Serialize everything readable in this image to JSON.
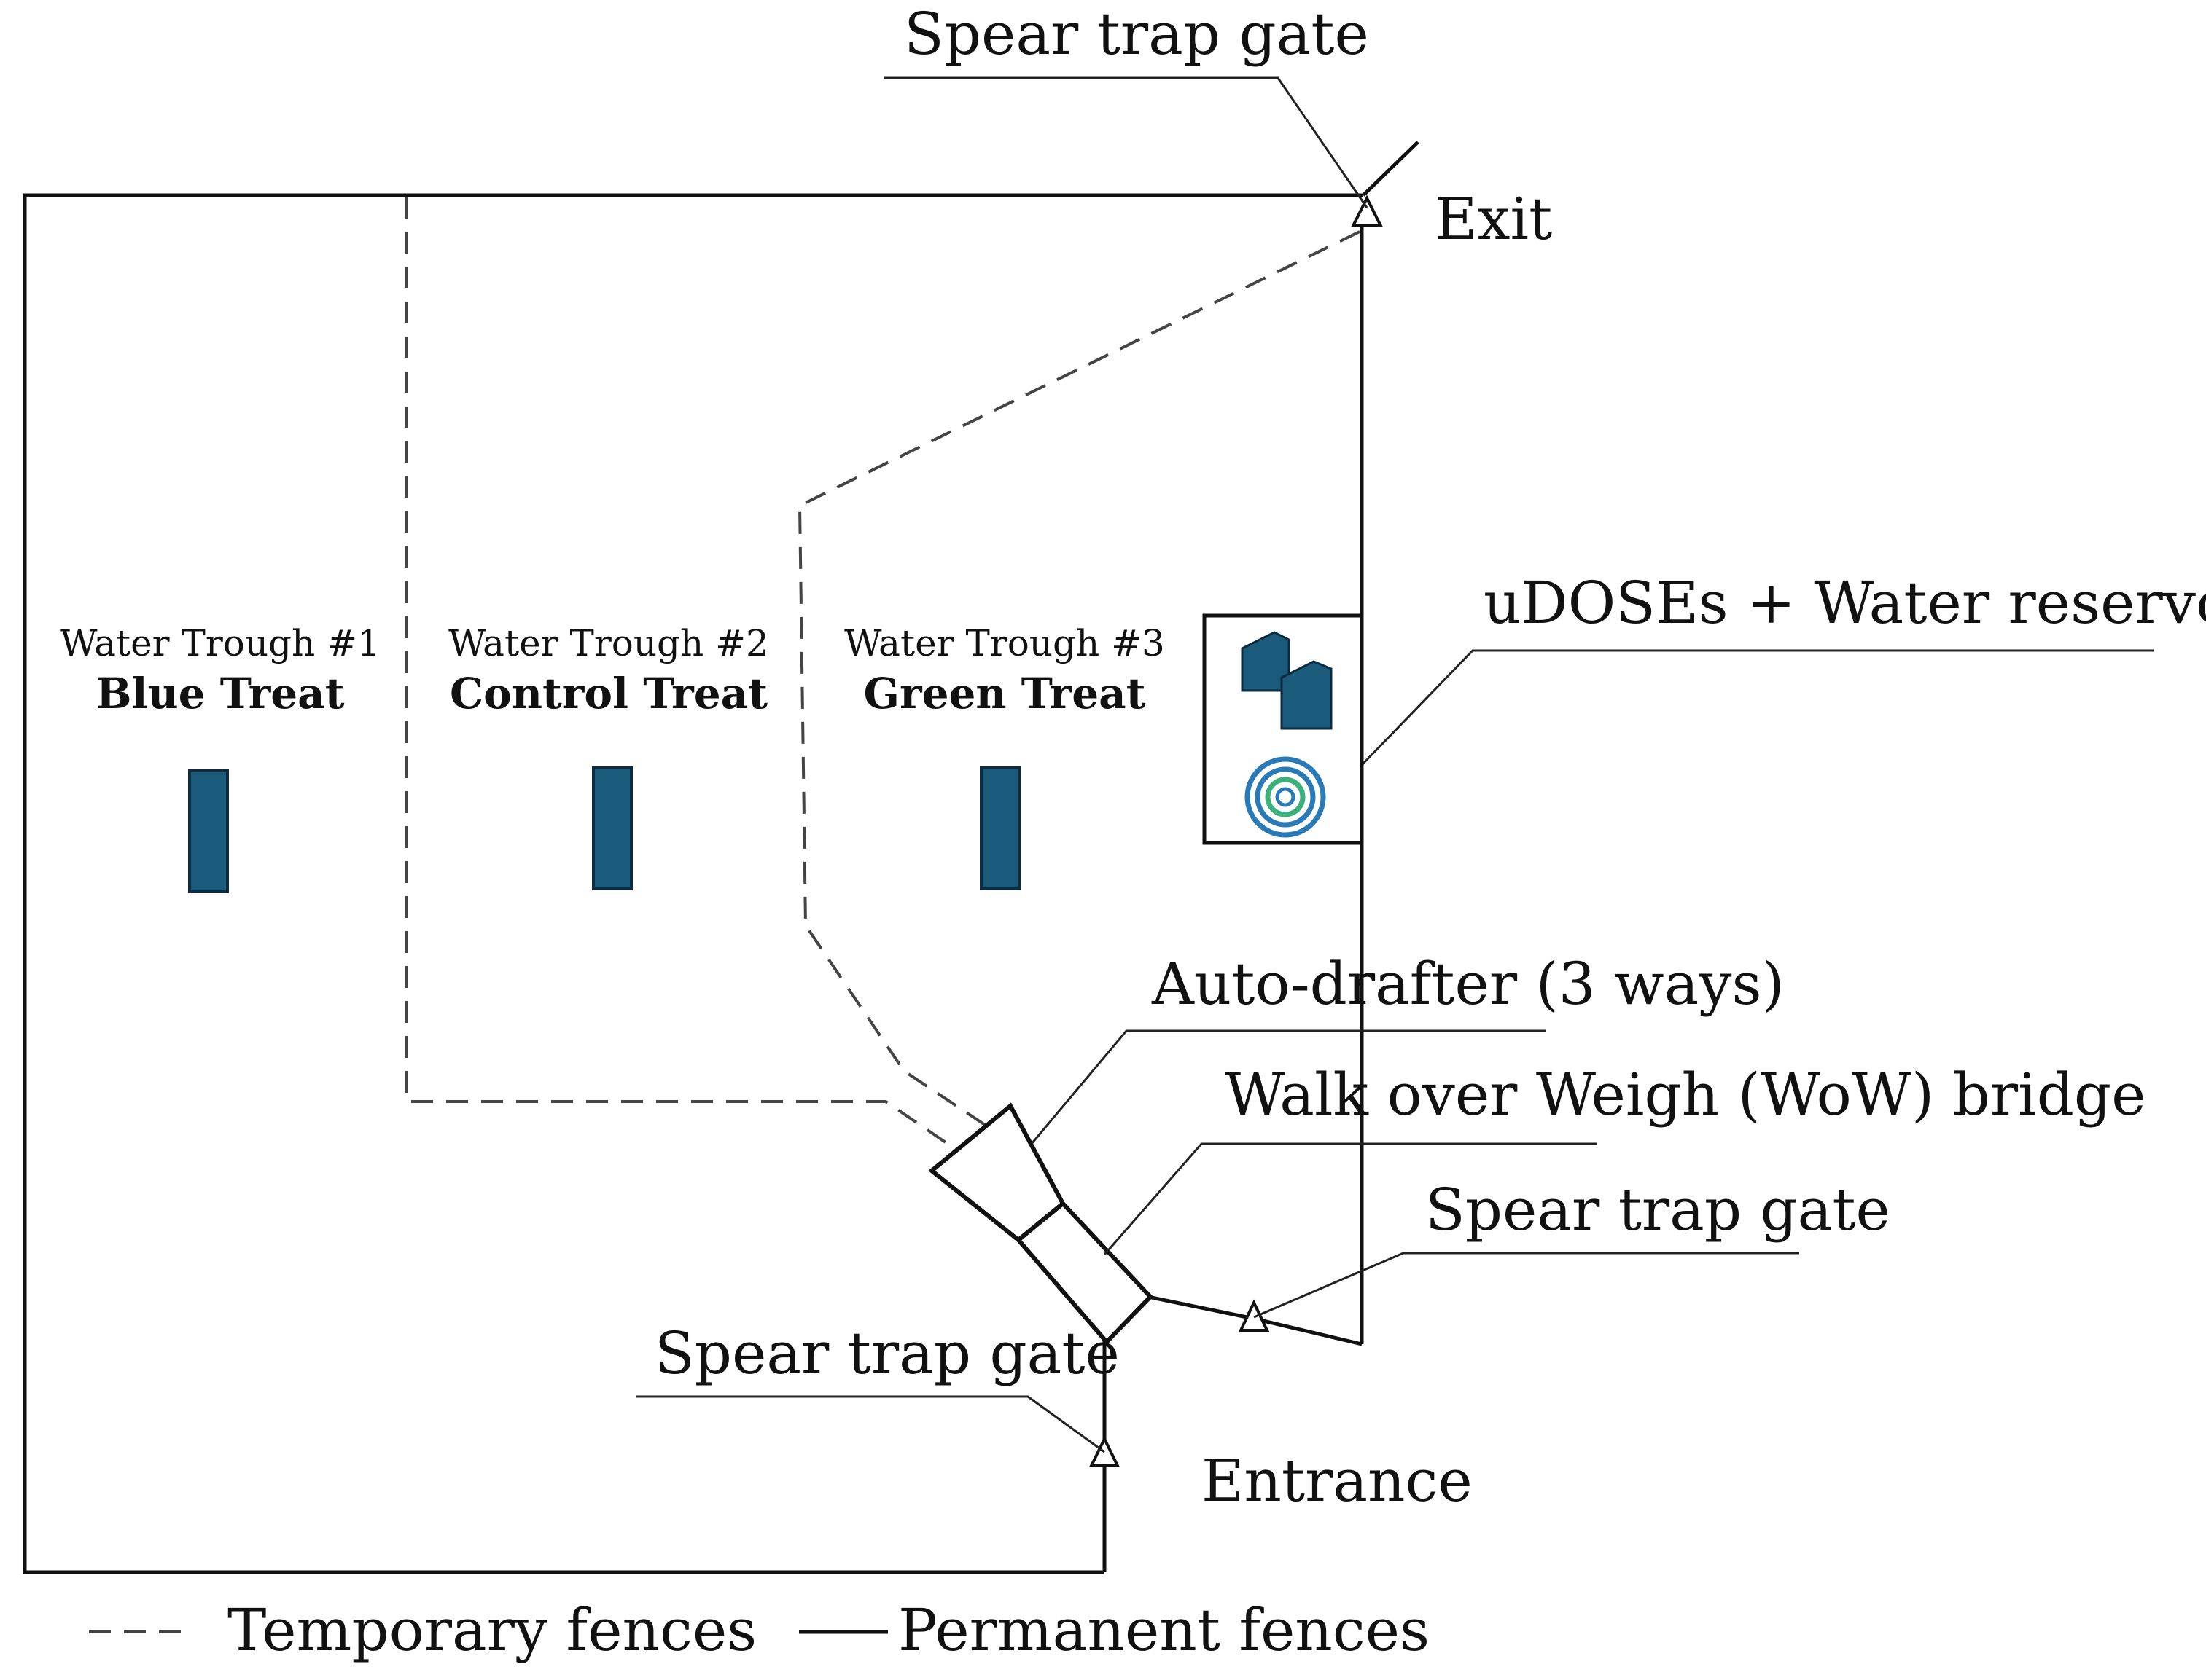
{
  "labels": {
    "gate_top": "Spear trap gate",
    "exit": "Exit",
    "udoses": "uDOSEs + Water reservoirs",
    "autodrafter": "Auto-drafter (3 ways)",
    "wow": "Walk over Weigh (WoW) bridge",
    "gate_right": "Spear trap gate",
    "gate_bottom": "Spear trap gate",
    "entrance": "Entrance"
  },
  "troughs": [
    {
      "name": "Water Trough #1",
      "treat": "Blue Treat"
    },
    {
      "name": "Water Trough #2",
      "treat": "Control Treat"
    },
    {
      "name": "Water Trough #3",
      "treat": "Green Treat"
    }
  ],
  "legend": {
    "temporary": "Temporary fences",
    "permanent": "Permanent fences"
  },
  "colors": {
    "trough": "#1a5a7a",
    "reservoir": "#1a5a7a",
    "logo_outer": "#2a7ab8",
    "logo_inner": "#3ab07a"
  },
  "icons": {
    "reservoir": "water-reservoir-icon",
    "udose": "udose-logo-icon",
    "gate": "triangle-gate-icon"
  }
}
